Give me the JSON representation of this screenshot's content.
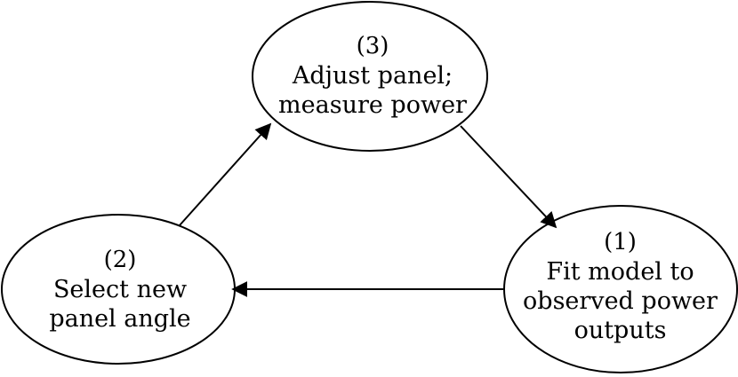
{
  "nodes": [
    {
      "id": "1",
      "number": "(1)",
      "lines": [
        "Fit model to",
        "observed power",
        "outputs"
      ]
    },
    {
      "id": "2",
      "number": "(2)",
      "lines": [
        "Select new",
        "panel angle"
      ]
    },
    {
      "id": "3",
      "number": "(3)",
      "lines": [
        "Adjust panel;",
        "measure power"
      ]
    }
  ],
  "edges": [
    {
      "from": "3",
      "to": "1"
    },
    {
      "from": "1",
      "to": "2"
    },
    {
      "from": "2",
      "to": "3"
    }
  ],
  "colors": {
    "stroke": "#000000",
    "background": "#ffffff",
    "text": "#000000"
  }
}
